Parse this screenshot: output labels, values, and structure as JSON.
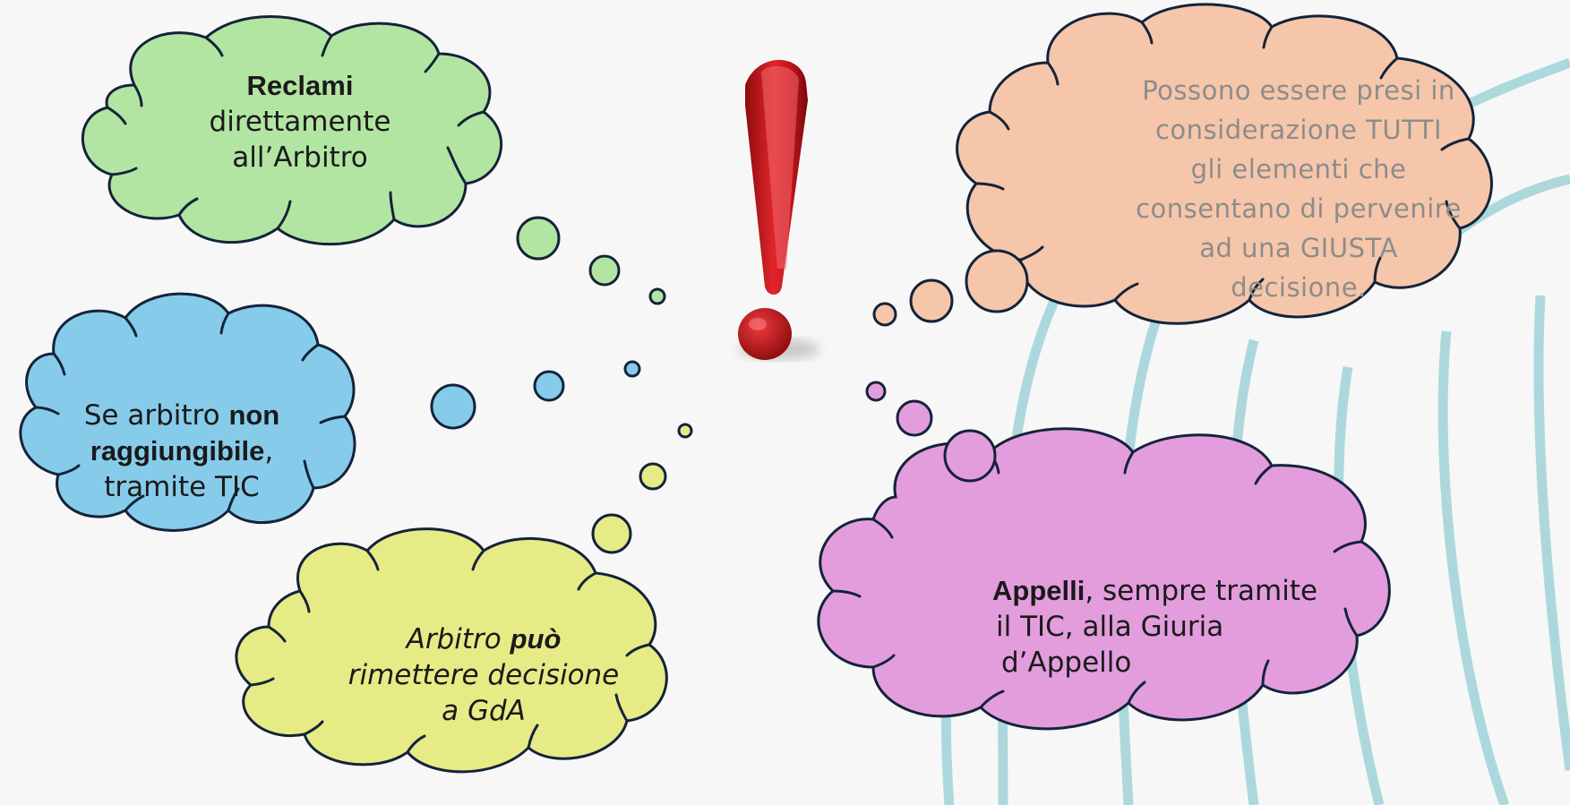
{
  "colors": {
    "background": "#f7f7f7",
    "decor_lines": "#a8d7dc",
    "cloud_outline": "#14233a",
    "green": "#b3e5a2",
    "blue": "#86ccea",
    "yellow": "#e6eb86",
    "pink": "#e39ddd",
    "peach": "#f6c6aa",
    "exclamation": "#d8171d"
  },
  "clouds": {
    "reclami": {
      "bold": "Reclami",
      "line2": "direttamente",
      "line3": "all’Arbitro"
    },
    "tic": {
      "line1_pre": "Se arbitro ",
      "line1_bold": "non",
      "line2_bold": "raggiungibile",
      "line2_post": ",",
      "line3": "tramite TIC"
    },
    "gda": {
      "line1_pre": "Arbitro ",
      "line1_bold": "può",
      "line2": "rimettere decisione",
      "line3": "a GdA"
    },
    "appelli": {
      "line1_bold": "Appelli",
      "line1_post": ", sempre tramite",
      "line2": "il TIC, alla Giuria",
      "line3": "d’Appello"
    },
    "giusta": {
      "lines": [
        "Possono essere presi in",
        "considerazione TUTTI",
        "gli elementi che",
        "consentano di pervenire",
        "ad una GIUSTA",
        "decisione."
      ]
    }
  },
  "icons": {
    "center": "exclamation-mark-icon"
  }
}
